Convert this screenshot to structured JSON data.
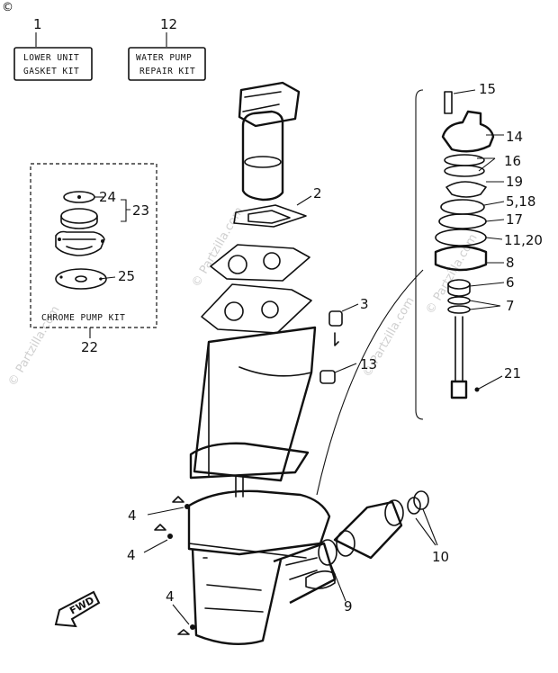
{
  "watermark": {
    "copyright_mark": "©",
    "text": "© Partzilla.com"
  },
  "kits": {
    "lower_unit": {
      "number": "1",
      "line1": "LOWER UNIT",
      "line2": "GASKET KIT"
    },
    "water_pump": {
      "number": "12",
      "line1": "WATER PUMP",
      "line2": "REPAIR KIT"
    },
    "chrome_pump": {
      "number": "22",
      "label": "CHROME PUMP KIT"
    }
  },
  "callouts": {
    "c2": "2",
    "c3": "3",
    "c4a": "4",
    "c4b": "4",
    "c4c": "4",
    "c5_18": "5,18",
    "c6": "6",
    "c7": "7",
    "c8": "8",
    "c9": "9",
    "c10": "10",
    "c11_20": "11,20",
    "c13": "13",
    "c14": "14",
    "c15": "15",
    "c16": "16",
    "c17": "17",
    "c19": "19",
    "c21": "21",
    "c23": "23",
    "c24": "24",
    "c25": "25"
  },
  "fwd_label": "FWD",
  "colors": {
    "ink": "#111111",
    "paper": "#ffffff",
    "watermark": "#cfcfcf"
  }
}
